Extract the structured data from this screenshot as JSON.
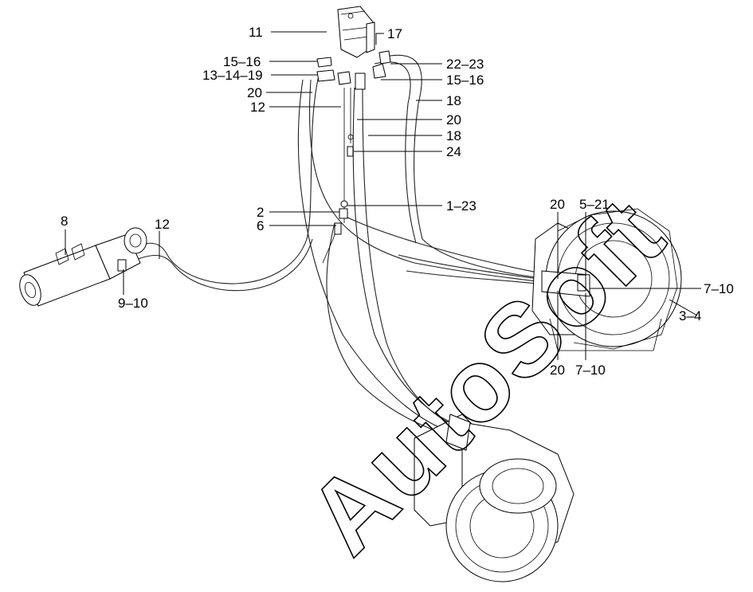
{
  "watermark": "AutoSoft",
  "callouts": {
    "c11": "11",
    "c17": "17",
    "c15_16_left": "15–16",
    "c22_23": "22–23",
    "c13_14_19": "13–14–19",
    "c15_16_right": "15–16",
    "c20_a": "20",
    "c18_a": "18",
    "c12_a": "12",
    "c20_b": "20",
    "c18_b": "18",
    "c24": "24",
    "c8": "8",
    "c12_b": "12",
    "c2": "2",
    "c1_23": "1–23",
    "c6": "6",
    "c20_c": "20",
    "c5_21": "5–21",
    "c9_10": "9–10",
    "c7_10_a": "7–10",
    "c3_4": "3–4",
    "c20_d": "20",
    "c7_10_b": "7–10"
  }
}
